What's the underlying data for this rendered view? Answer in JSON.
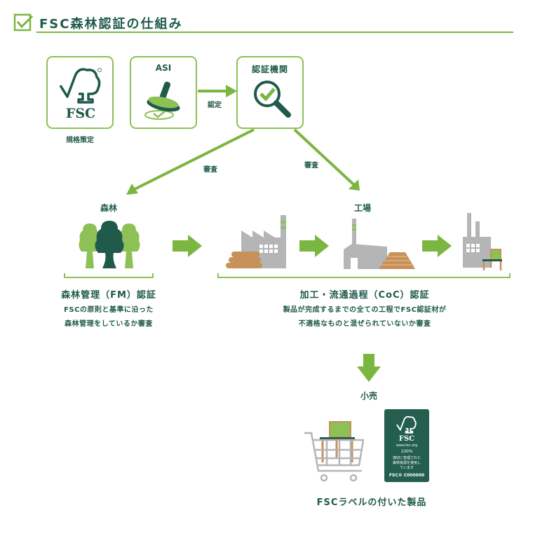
{
  "title": "FSC森林認証の仕組み",
  "colors": {
    "accent_green": "#7ab640",
    "dark_green": "#1f5a4b",
    "light_green": "#8dc155",
    "gray": "#b4b5b7",
    "wood": "#c8905a"
  },
  "top_row": {
    "fsc_box": {
      "logo_text": "FSC",
      "caption": "規格策定",
      "icon": "fsc-logo-icon"
    },
    "asi_box": {
      "label": "ASI",
      "icon": "stamp-icon"
    },
    "asi_arrow_label": "認定",
    "cert_body_box": {
      "label": "認証機関",
      "icon": "magnifier-check-icon"
    }
  },
  "audit_labels": {
    "left": "審査",
    "right": "審査"
  },
  "forest": {
    "heading": "森林",
    "icon": "trees-icon"
  },
  "factory": {
    "heading": "工場"
  },
  "fm": {
    "title": "森林管理（FM）認証",
    "desc_line1": "FSCの原則と基準に沿った",
    "desc_line2": "森林管理をしているか審査"
  },
  "coc": {
    "title": "加工・流通過程（CoC）認証",
    "desc_line1": "製品が完成するまでの全ての工程でFSC認証材が",
    "desc_line2": "不適格なものと混ぜられていないか審査"
  },
  "retail": {
    "heading": "小売"
  },
  "fsc_label": {
    "logo_text": "FSC",
    "url": "www.fsc.org",
    "percent": "100%",
    "text_line1": "適切に管理された",
    "text_line2": "森林資源を使用し",
    "text_line3": "ています",
    "code": "FSC® C000000"
  },
  "final_caption": "FSCラベルの付いた製品"
}
